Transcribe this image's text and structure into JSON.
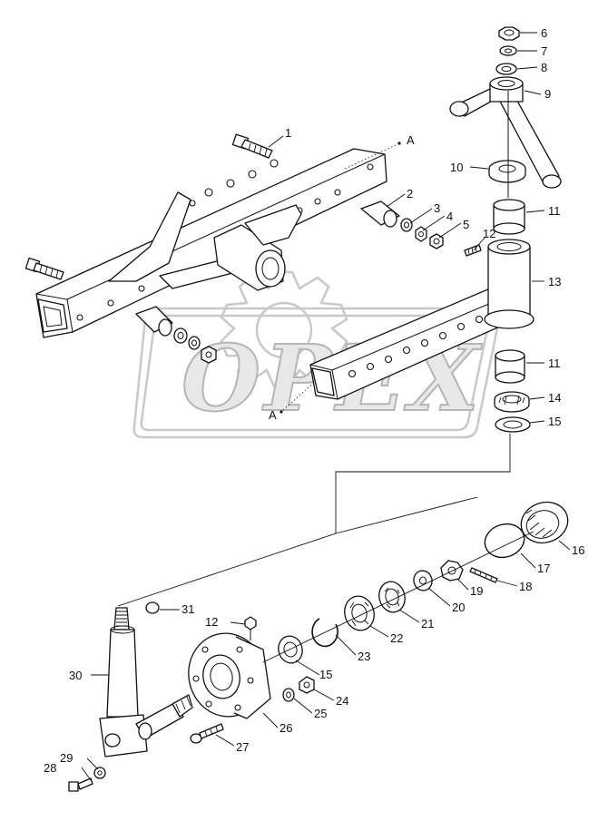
{
  "watermark": {
    "text": "OPEX"
  },
  "callouts": [
    {
      "id": "c1",
      "label": "1"
    },
    {
      "id": "c2",
      "label": "2"
    },
    {
      "id": "c3",
      "label": "3"
    },
    {
      "id": "c4",
      "label": "4"
    },
    {
      "id": "c5",
      "label": "5"
    },
    {
      "id": "c6",
      "label": "6"
    },
    {
      "id": "c7",
      "label": "7"
    },
    {
      "id": "c8",
      "label": "8"
    },
    {
      "id": "c9",
      "label": "9"
    },
    {
      "id": "c10",
      "label": "10"
    },
    {
      "id": "c11a",
      "label": "11"
    },
    {
      "id": "c11b",
      "label": "11"
    },
    {
      "id": "c12a",
      "label": "12"
    },
    {
      "id": "c12b",
      "label": "12"
    },
    {
      "id": "c13",
      "label": "13"
    },
    {
      "id": "c14",
      "label": "14"
    },
    {
      "id": "c15a",
      "label": "15"
    },
    {
      "id": "c15b",
      "label": "15"
    },
    {
      "id": "c16",
      "label": "16"
    },
    {
      "id": "c17",
      "label": "17"
    },
    {
      "id": "c18",
      "label": "18"
    },
    {
      "id": "c19",
      "label": "19"
    },
    {
      "id": "c20",
      "label": "20"
    },
    {
      "id": "c21",
      "label": "21"
    },
    {
      "id": "c22",
      "label": "22"
    },
    {
      "id": "c23",
      "label": "23"
    },
    {
      "id": "c24",
      "label": "24"
    },
    {
      "id": "c25",
      "label": "25"
    },
    {
      "id": "c26",
      "label": "26"
    },
    {
      "id": "c27",
      "label": "27"
    },
    {
      "id": "c28",
      "label": "28"
    },
    {
      "id": "c29",
      "label": "29"
    },
    {
      "id": "c30",
      "label": "30"
    },
    {
      "id": "c31",
      "label": "31"
    }
  ],
  "section_marks": [
    {
      "id": "secA1",
      "label": "A"
    },
    {
      "id": "secA2",
      "label": "A"
    }
  ]
}
